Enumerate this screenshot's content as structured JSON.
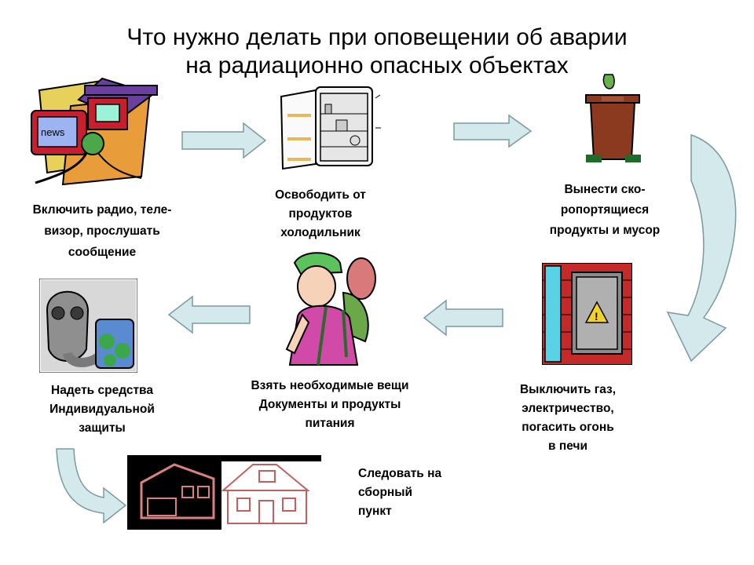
{
  "title": {
    "line1": "Что нужно делать при оповещении об аварии",
    "line2": "на радиационно опасных объектах"
  },
  "steps": [
    {
      "lines": [
        "Включить радио, теле-",
        "визор, прослушать",
        "сообщение"
      ],
      "icon": "radio-tv-icon"
    },
    {
      "lines": [
        "Освободить от",
        "продуктов",
        "холодильник"
      ],
      "icon": "refrigerator-icon"
    },
    {
      "lines": [
        "Вынести ско-",
        "ропортящиеся",
        "продукты и мусор"
      ],
      "icon": "trash-bin-icon"
    },
    {
      "lines": [
        "Выключить газ,",
        "электричество,",
        "погасить огонь",
        "в печи"
      ],
      "icon": "electrical-panel-icon"
    },
    {
      "lines": [
        "Взять необходимые вещи",
        "Документы и продукты",
        "питания"
      ],
      "icon": "backpacker-icon"
    },
    {
      "lines": [
        "Надеть средства",
        "Индивидуальной",
        "защиты"
      ],
      "icon": "gas-mask-icon"
    },
    {
      "lines": [
        "Следовать на",
        "сборный",
        "пункт"
      ],
      "icon": "houses-icon"
    }
  ],
  "colors": {
    "arrow_fill": "#d3e9ec",
    "arrow_stroke": "#7a9aa0",
    "tv_red": "#c81e2e",
    "bin_brown": "#8b3a1f"
  }
}
